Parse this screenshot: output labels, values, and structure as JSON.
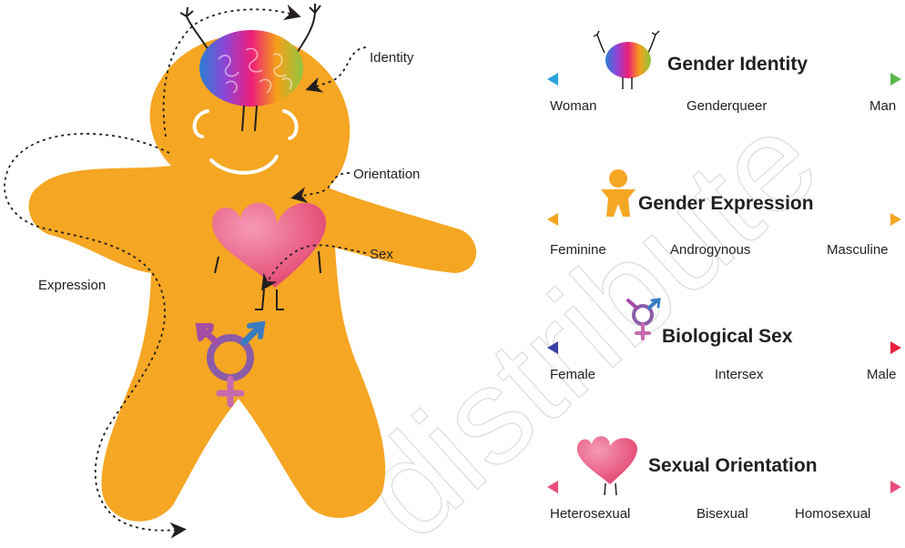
{
  "callouts": {
    "identity": "Identity",
    "orientation": "Orientation",
    "expression": "Expression",
    "sex": "Sex"
  },
  "scales": [
    {
      "title": "Gender Identity",
      "icon": "brain-icon",
      "left": "Woman",
      "middle": "Genderqueer",
      "right": "Man",
      "colors": [
        "#2aa3dc",
        "#8a3fd0",
        "#e6287a",
        "#f7a21b",
        "#5cb84a"
      ]
    },
    {
      "title": "Gender Expression",
      "icon": "person-icon",
      "left": "Feminine",
      "middle": "Androgynous",
      "right": "Masculine",
      "colors": [
        "#f5a623",
        "#f5a623"
      ]
    },
    {
      "title": "Biological Sex",
      "icon": "transgender-symbol-icon",
      "left": "Female",
      "middle": "Intersex",
      "right": "Male",
      "colors": [
        "#3b3fa6",
        "#8e3a9e",
        "#e8223b"
      ]
    },
    {
      "title": "Sexual Orientation",
      "icon": "heart-icon",
      "left": "Heterosexual",
      "middle": "Bisexual",
      "right": "Homosexual",
      "colors": [
        "#e94f7a",
        "#e94f7a"
      ]
    }
  ],
  "watermark": "distribute"
}
